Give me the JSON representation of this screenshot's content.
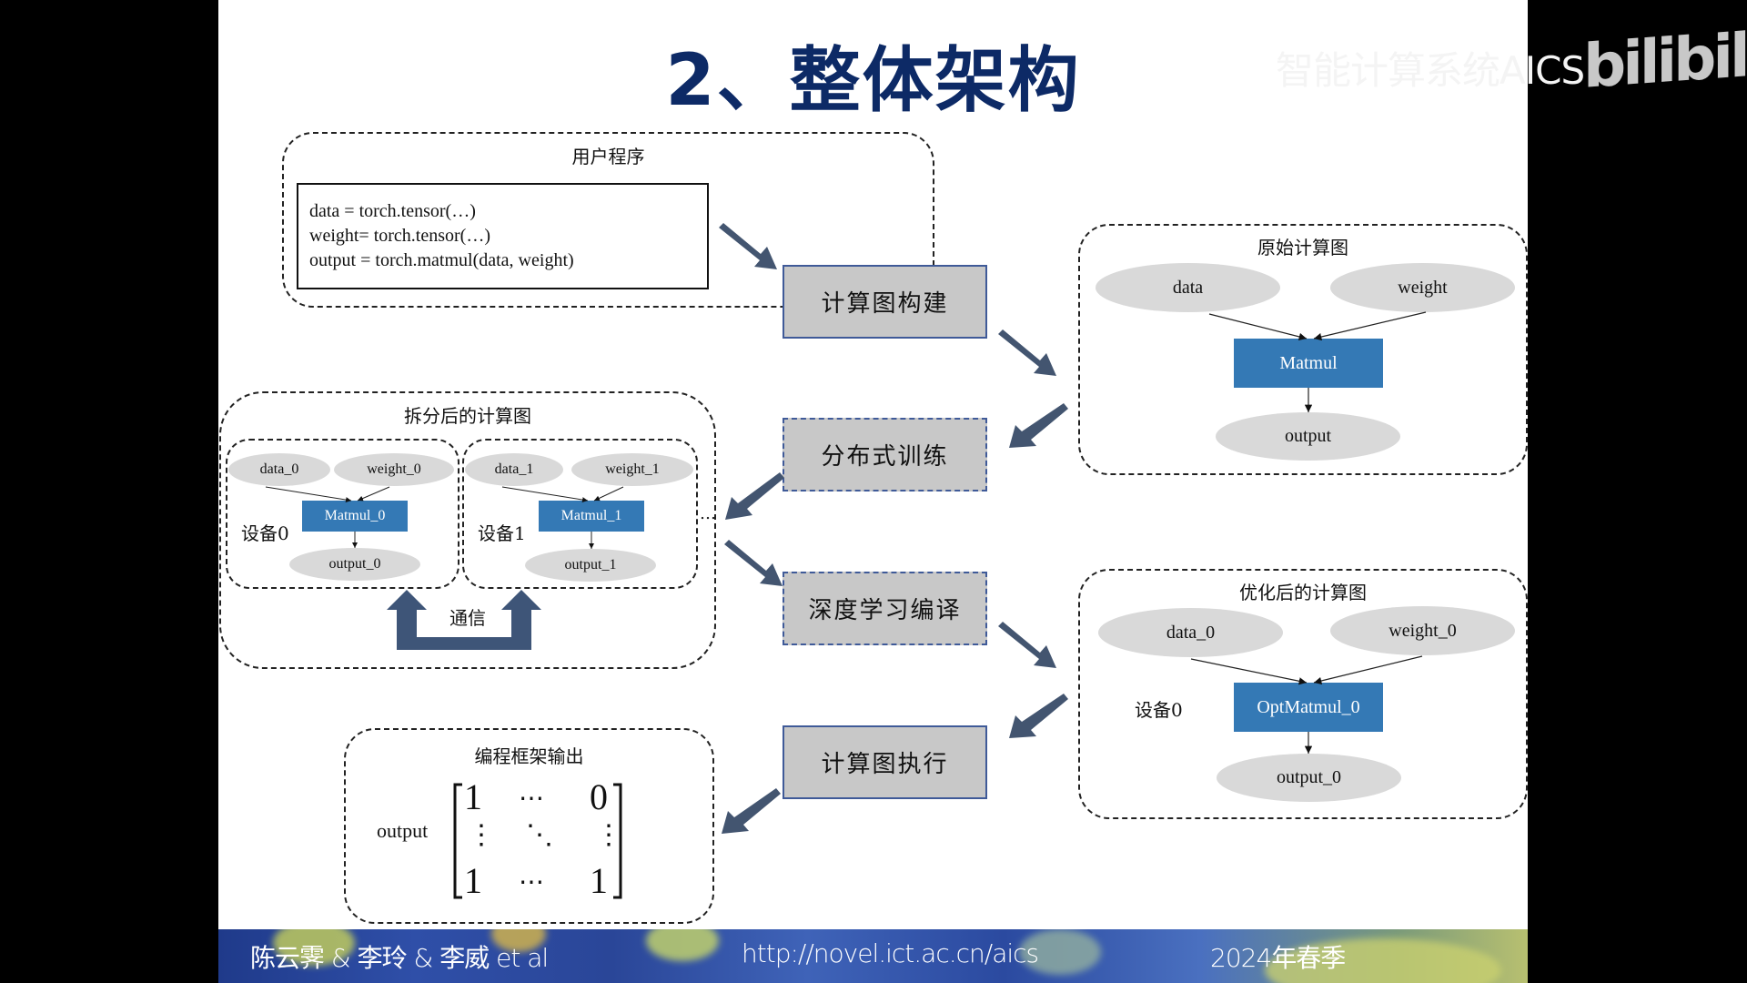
{
  "slide": {
    "title": "2、整体架构"
  },
  "user_program": {
    "title": "用户程序",
    "code": [
      "data = torch.tensor(…)",
      "weight= torch.tensor(…)",
      "output = torch.matmul(data, weight)"
    ]
  },
  "stages": {
    "build": "计算图构建",
    "distributed": "分布式训练",
    "compile": "深度学习编译",
    "execute": "计算图执行"
  },
  "original_graph": {
    "title": "原始计算图",
    "inputs": [
      "data",
      "weight"
    ],
    "op": "Matmul",
    "output": "output"
  },
  "split_graph": {
    "title": "拆分后的计算图",
    "devices": [
      {
        "label": "设备0",
        "inputs": [
          "data_0",
          "weight_0"
        ],
        "op": "Matmul_0",
        "output": "output_0"
      },
      {
        "label": "设备1",
        "inputs": [
          "data_1",
          "weight_1"
        ],
        "op": "Matmul_1",
        "output": "output_1"
      }
    ],
    "ellipsis": "…",
    "communication": "通信"
  },
  "optimized_graph": {
    "title": "优化后的计算图",
    "device_label": "设备0",
    "inputs": [
      "data_0",
      "weight_0"
    ],
    "op": "OptMatmul_0",
    "output": "output_0"
  },
  "framework_output": {
    "title": "编程框架输出",
    "label": "output",
    "matrix": {
      "top": [
        "1",
        "⋯",
        "0"
      ],
      "middle": [
        "⋮",
        "⋱",
        "⋮"
      ],
      "bottom": [
        "1",
        "⋯",
        "1"
      ]
    }
  },
  "footer": {
    "authors": "陈云霁 & 李玲 & 李威 et al",
    "url": "http://novel.ict.ac.cn/aics",
    "term": "2024年春季"
  },
  "watermark": {
    "course": "智能计算系统AICS",
    "platform": "bilibili"
  },
  "colors": {
    "title": "#0d2a66",
    "op_node": "#3479b5",
    "tensor_node": "#d9d9d9",
    "stage_fill": "#c8c8c8",
    "stage_border": "#3f5a98",
    "arrow": "#435570"
  }
}
